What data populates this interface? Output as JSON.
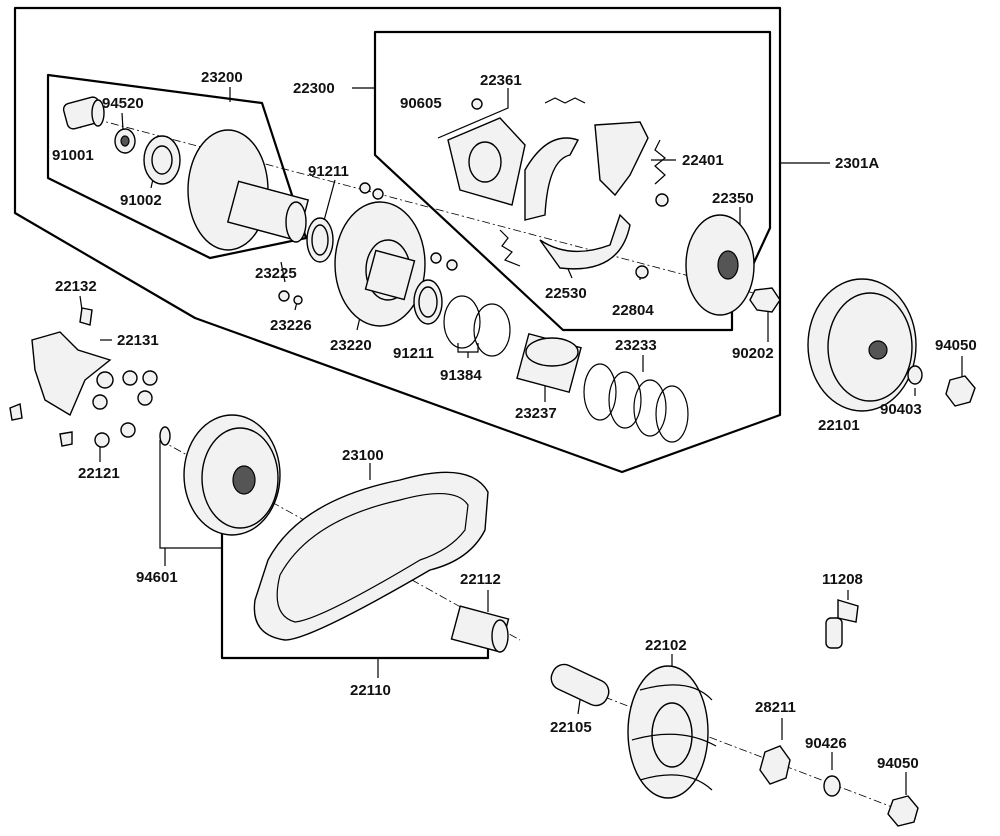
{
  "parts": [
    {
      "id": "p23200",
      "number": "23200"
    },
    {
      "id": "p94520",
      "number": "94520"
    },
    {
      "id": "p91001",
      "number": "91001"
    },
    {
      "id": "p91002",
      "number": "91002"
    },
    {
      "id": "p22300",
      "number": "22300"
    },
    {
      "id": "p90605",
      "number": "90605"
    },
    {
      "id": "p22361",
      "number": "22361"
    },
    {
      "id": "p22401",
      "number": "22401"
    },
    {
      "id": "p2301A",
      "number": "2301A"
    },
    {
      "id": "p22350",
      "number": "22350"
    },
    {
      "id": "p91211a",
      "number": "91211"
    },
    {
      "id": "p23225",
      "number": "23225"
    },
    {
      "id": "p23226",
      "number": "23226"
    },
    {
      "id": "p23220",
      "number": "23220"
    },
    {
      "id": "p91211b",
      "number": "91211"
    },
    {
      "id": "p91384",
      "number": "91384"
    },
    {
      "id": "p22530",
      "number": "22530"
    },
    {
      "id": "p22804",
      "number": "22804"
    },
    {
      "id": "p90202",
      "number": "90202"
    },
    {
      "id": "p23233",
      "number": "23233"
    },
    {
      "id": "p23237",
      "number": "23237"
    },
    {
      "id": "p22132",
      "number": "22132"
    },
    {
      "id": "p22131",
      "number": "22131"
    },
    {
      "id": "p22121",
      "number": "22121"
    },
    {
      "id": "p94050a",
      "number": "94050"
    },
    {
      "id": "p90403",
      "number": "90403"
    },
    {
      "id": "p22101",
      "number": "22101"
    },
    {
      "id": "p23100",
      "number": "23100"
    },
    {
      "id": "p94601",
      "number": "94601"
    },
    {
      "id": "p22112",
      "number": "22112"
    },
    {
      "id": "p22110",
      "number": "22110"
    },
    {
      "id": "p11208",
      "number": "11208"
    },
    {
      "id": "p22102",
      "number": "22102"
    },
    {
      "id": "p28211",
      "number": "28211"
    },
    {
      "id": "p22105",
      "number": "22105"
    },
    {
      "id": "p90426",
      "number": "90426"
    },
    {
      "id": "p94050b",
      "number": "94050"
    }
  ]
}
